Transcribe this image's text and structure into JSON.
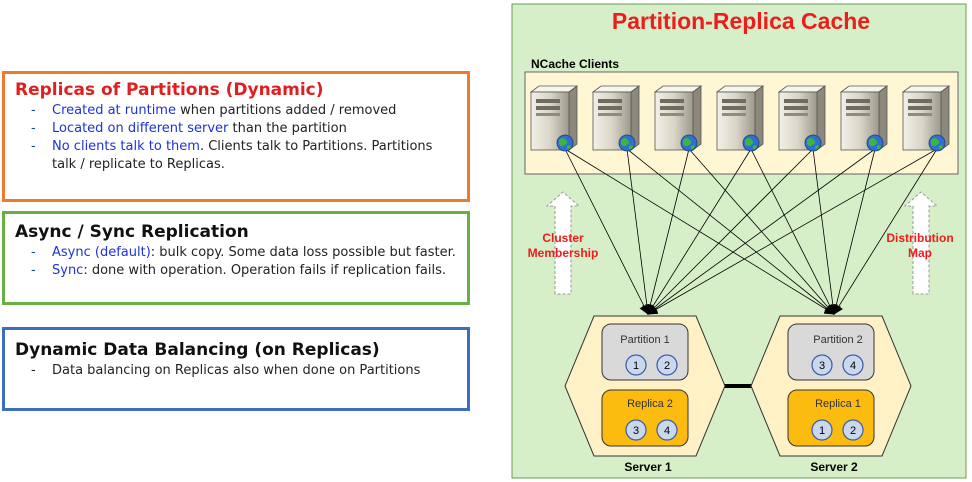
{
  "left_panel": {
    "replicas": {
      "title": "Replicas of Partitions (Dynamic)",
      "items": [
        {
          "highlight": "Created at runtime",
          "rest": " when partitions added / removed"
        },
        {
          "highlight": "Located on different server",
          "rest": " than the partition"
        },
        {
          "highlight": "No clients talk to them",
          "rest": ". Clients talk to Partitions. Partitions talk / replicate to Replicas."
        }
      ]
    },
    "replication": {
      "title": "Async / Sync Replication",
      "items": [
        {
          "highlight": "Async (default)",
          "rest": ": bulk copy. Some data loss possible but faster."
        },
        {
          "highlight": "Sync",
          "rest": ": done with operation. Operation fails if replication fails."
        }
      ]
    },
    "balancing": {
      "title": "Dynamic Data Balancing (on Replicas)",
      "items": [
        {
          "text": "Data balancing on Replicas also when done on Partitions"
        }
      ]
    }
  },
  "diagram": {
    "title": "Partition-Replica Cache",
    "clients_label": "NCache Clients",
    "client_count": 7,
    "left_arrow_label": [
      "Cluster",
      "Membership"
    ],
    "right_arrow_label": [
      "Distribution",
      "Map"
    ],
    "servers": [
      {
        "name": "Server 1",
        "partition": {
          "label": "Partition 1",
          "items": [
            "1",
            "2"
          ]
        },
        "replica": {
          "label": "Replica 2",
          "items": [
            "3",
            "4"
          ]
        }
      },
      {
        "name": "Server 2",
        "partition": {
          "label": "Partition 2",
          "items": [
            "3",
            "4"
          ]
        },
        "replica": {
          "label": "Replica 1",
          "items": [
            "1",
            "2"
          ]
        }
      }
    ],
    "colors": {
      "panel_bg": "#d6efc8",
      "panel_border": "#6c9a55",
      "clients_bg": "#fff7d4",
      "server_bg": "#fff1c6",
      "partition_bg": "#d9d9d9",
      "replica_bg": "#fcbc0f",
      "title_red": "#ee1c1c",
      "circle_fill": "#cad8ee",
      "circle_stroke": "#3a59a8"
    }
  }
}
